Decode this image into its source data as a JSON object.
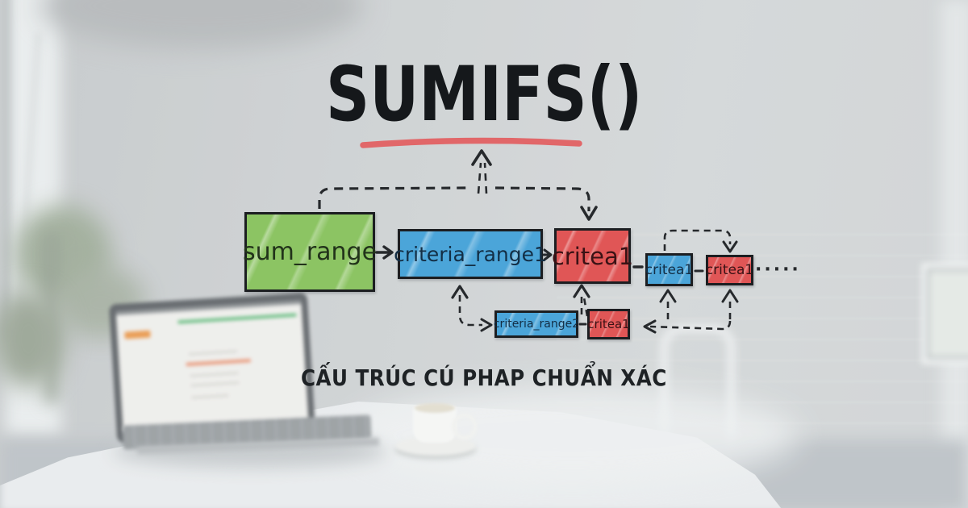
{
  "title": {
    "text": "SUMIFS()"
  },
  "caption": {
    "text": "CẤU TRÚC CÚ PHAP CHUẨN XÁC"
  },
  "diagram": {
    "boxes": {
      "sum_range": {
        "label": "sum_range",
        "color": "#8cc463"
      },
      "criteria_range1": {
        "label": "criteria_range1",
        "color": "#4ba5d9"
      },
      "criteria1_main": {
        "label": "critea1",
        "color": "#e05656"
      },
      "criteria1_alt_blue": {
        "label": "critea1",
        "color": "#4ba5d9"
      },
      "criteria1_alt_red": {
        "label": "critea1",
        "color": "#e05656"
      },
      "criteria_range2": {
        "label": "criteria_range2",
        "color": "#4ba5d9"
      },
      "criteria2": {
        "label": "critea1",
        "color": "#e05656"
      }
    },
    "ellipsis": "·····"
  },
  "colors": {
    "underline": "#e26163",
    "arrow": "#26292c",
    "title_text": "#15181b"
  }
}
